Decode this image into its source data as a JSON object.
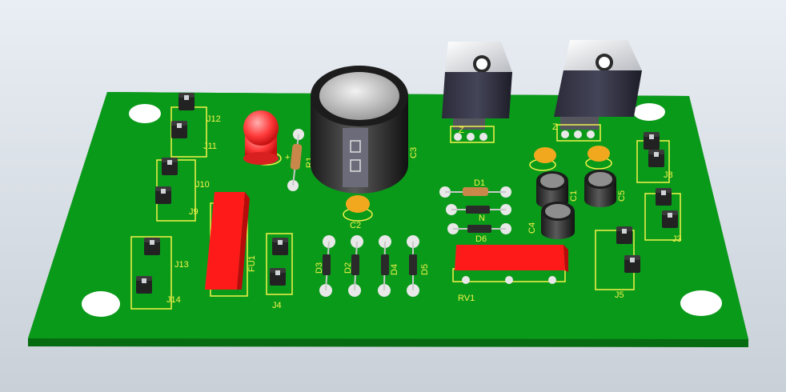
{
  "colors": {
    "background": "#dfe5ec",
    "board": "#0a9a1a",
    "board_edge": "#076b12",
    "silkscreen": "#f4f24a",
    "pad": "#e8e8e8",
    "fuse": "#ff1a1a",
    "led": "#ff4a4a",
    "capacitor_body": "#1a1a1a",
    "ceramic_cap": "#f2a81e"
  },
  "labels": {
    "j12": "J12",
    "j11": "J11",
    "j10": "J10",
    "j9": "J9",
    "j13": "J13",
    "j14": "J14",
    "j4": "J4",
    "fu1": "FU1",
    "r1": "R1",
    "c2": "C2",
    "c3": "C3",
    "c1": "C1",
    "c4": "C4",
    "c5": "C5",
    "d1": "D1",
    "d2": "D2",
    "d3": "D3",
    "d4": "D4",
    "d5": "D5",
    "d6": "D6",
    "n": "N",
    "rv1": "RV1",
    "j8": "J8",
    "j3": "J3",
    "j5": "J5",
    "plus": "+",
    "z1": "Z",
    "z2": "Z"
  }
}
